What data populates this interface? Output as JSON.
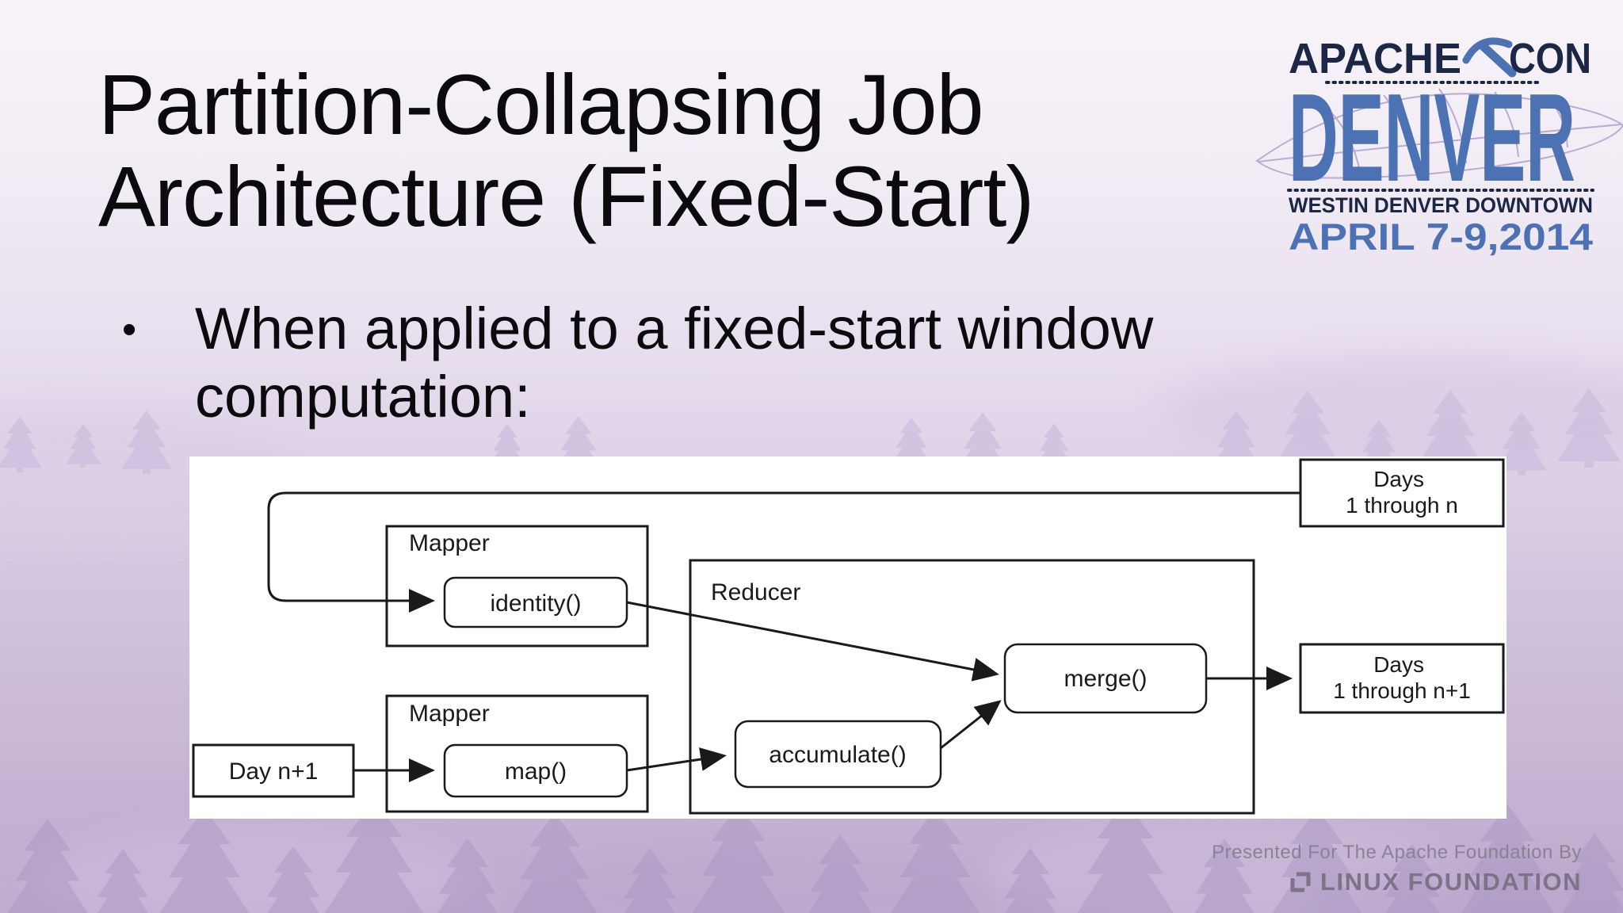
{
  "slide": {
    "title_line1": "Partition-Collapsing Job",
    "title_line2": "Architecture (Fixed-Start)",
    "bullet_marker": "•",
    "bullet": "When applied to a fixed-start window computation:"
  },
  "logo": {
    "word_left": "APACHE",
    "word_right": "CON",
    "city": "DENVER",
    "venue": "WESTIN DENVER DOWNTOWN",
    "dates": "APRIL 7-9,2014"
  },
  "diagram": {
    "days_1_n_line1": "Days",
    "days_1_n_line2": "1 through n",
    "mapper_top": "Mapper",
    "identity": "identity()",
    "reducer": "Reducer",
    "merge": "merge()",
    "accumulate": "accumulate()",
    "mapper_bottom": "Mapper",
    "map": "map()",
    "day_n_plus_1": "Day n+1",
    "days_1_n1_line1": "Days",
    "days_1_n1_line2": "1 through n+1"
  },
  "footer": {
    "presented": "Presented For The Apache Foundation By",
    "org": "LINUX FOUNDATION"
  },
  "colors": {
    "logo_navy": "#1c2745",
    "logo_blue": "#4d72b4",
    "footer_gray": "#8a8294",
    "panel_bg": "#ffffff",
    "diagram_ink": "#1a1a1a",
    "background_top": "#f7f3f8",
    "background_bottom": "#c2aed0",
    "tree_tint": "#a795c2"
  }
}
